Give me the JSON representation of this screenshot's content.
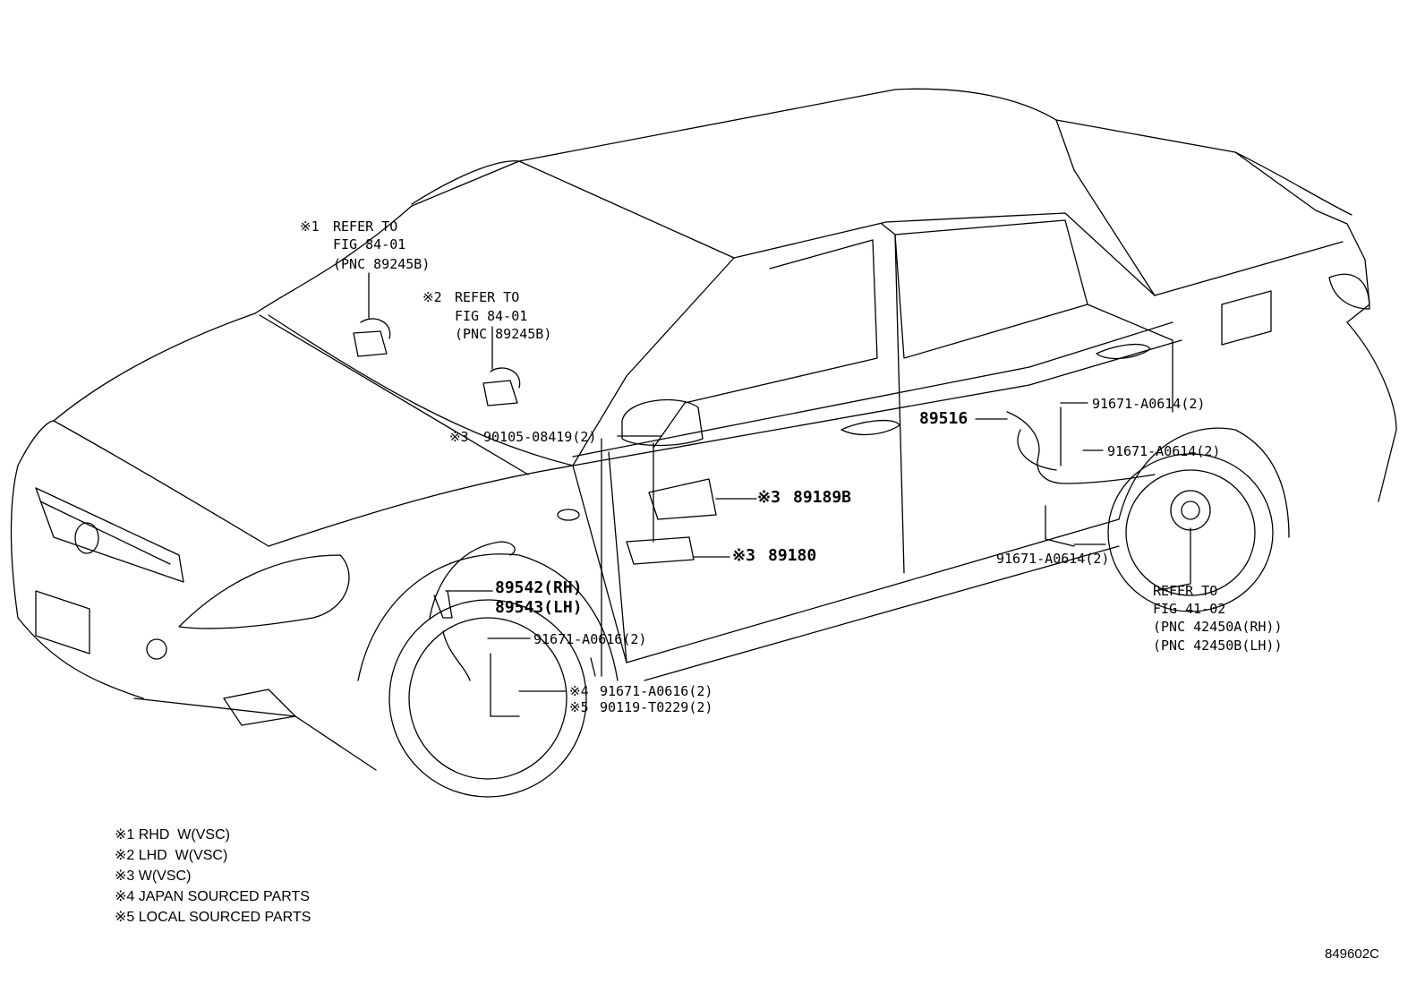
{
  "callouts": {
    "c1": {
      "mark": "※1",
      "lines": [
        "REFER TO",
        "FIG 84-01",
        "(PNC 89245B)"
      ]
    },
    "c2": {
      "mark": "※2",
      "lines": [
        "REFER TO",
        "FIG 84-01",
        "(PNC 89245B)"
      ]
    },
    "c3": {
      "mark": "※3",
      "part": "90105-08419(2)"
    },
    "c4": {
      "mark": "※3",
      "part": "89189B"
    },
    "c5": {
      "mark": "※3",
      "part": "89180"
    },
    "c6": {
      "lines": [
        "89542(RH)",
        "89543(LH)"
      ]
    },
    "c7": {
      "part": "91671-A0616(2)"
    },
    "c8": {
      "mark": "※4",
      "part": "91671-A0616(2)"
    },
    "c9": {
      "mark": "※5",
      "part": "90119-T0229(2)"
    },
    "c10": {
      "part": "89516"
    },
    "c11": {
      "part": "91671-A0614(2)"
    },
    "c12": {
      "part": "91671-A0614(2)"
    },
    "c13": {
      "part": "91671-A0614(2)"
    },
    "c14": {
      "lines": [
        "REFER TO",
        "FIG 41-02",
        "(PNC 42450A(RH))",
        "(PNC 42450B(LH))"
      ]
    }
  },
  "notes": [
    "※1 RHD  W(VSC)",
    "※2 LHD  W(VSC)",
    "※3 W(VSC)",
    "※4 JAPAN SOURCED PARTS",
    "※5 LOCAL SOURCED PARTS"
  ],
  "diagram_code": "849602C",
  "line_color": "#000000"
}
